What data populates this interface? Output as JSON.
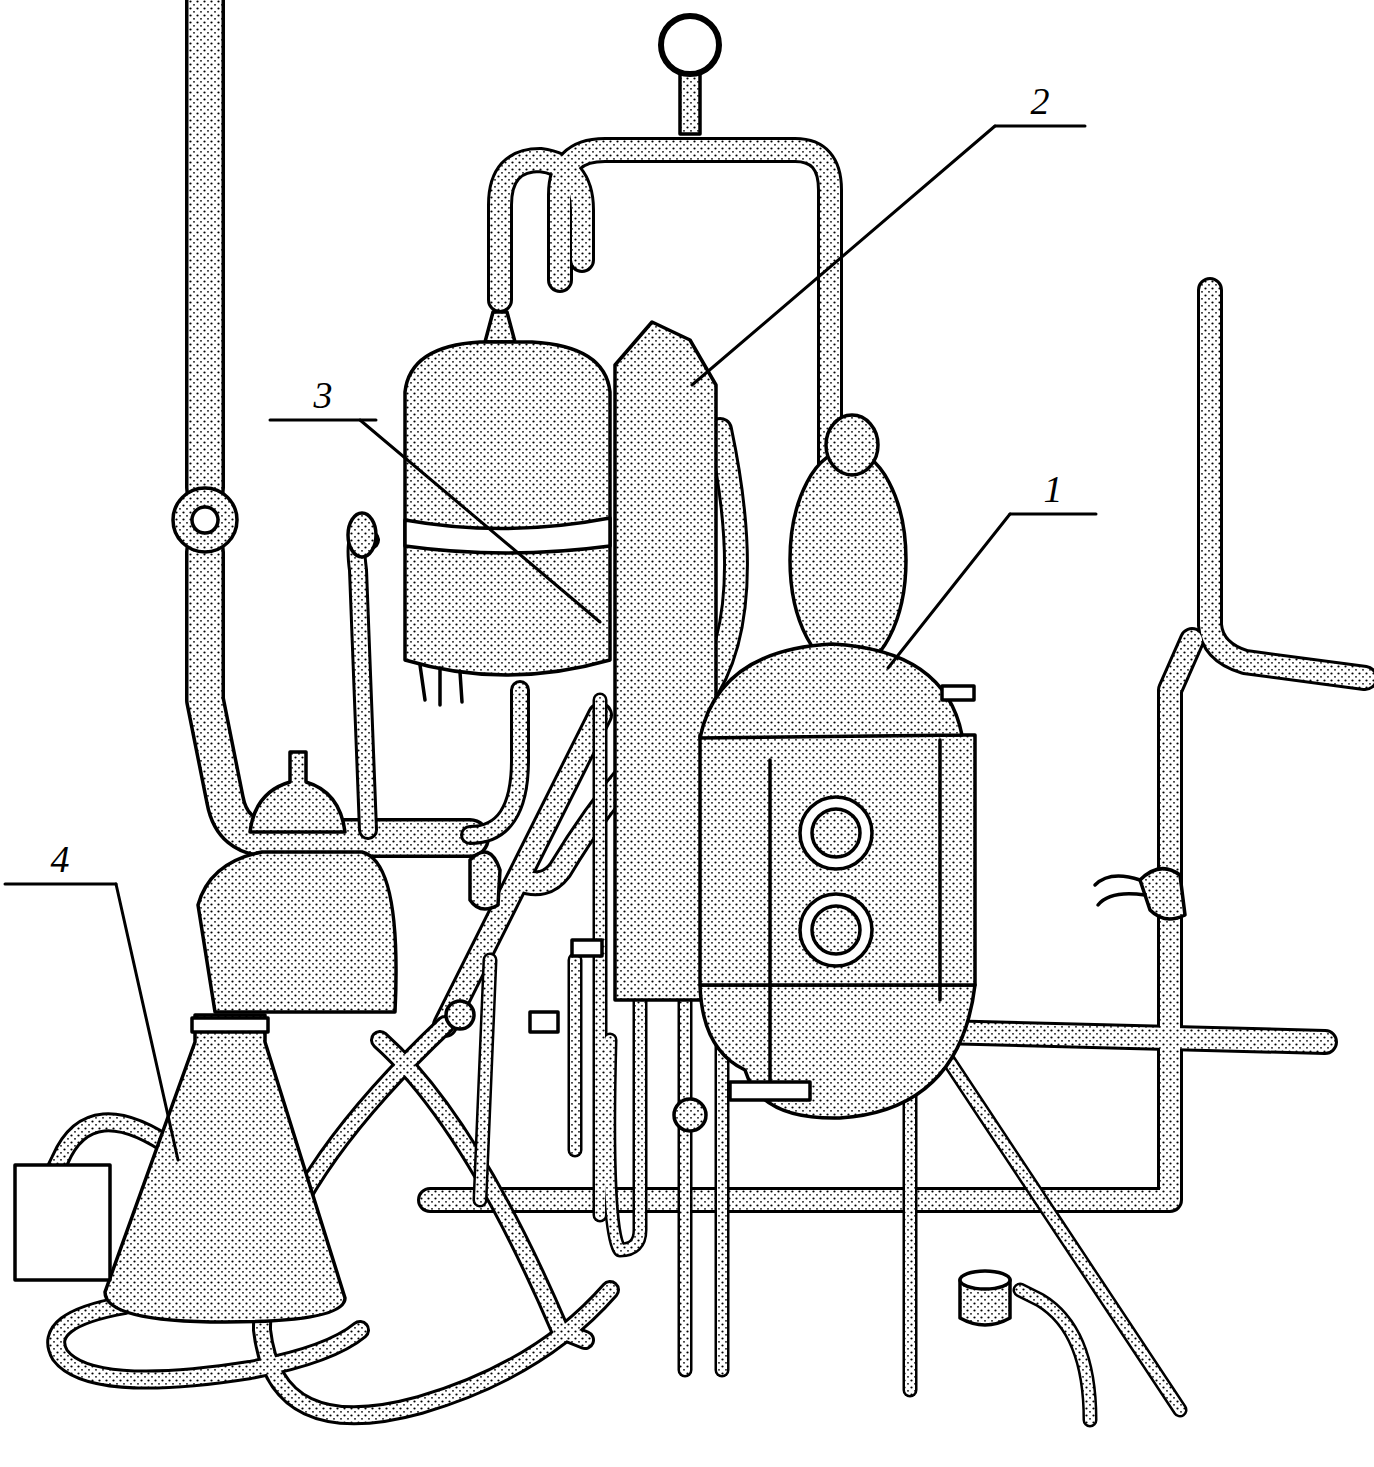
{
  "diagram": {
    "labels": [
      "2",
      "3",
      "1",
      "4"
    ]
  }
}
